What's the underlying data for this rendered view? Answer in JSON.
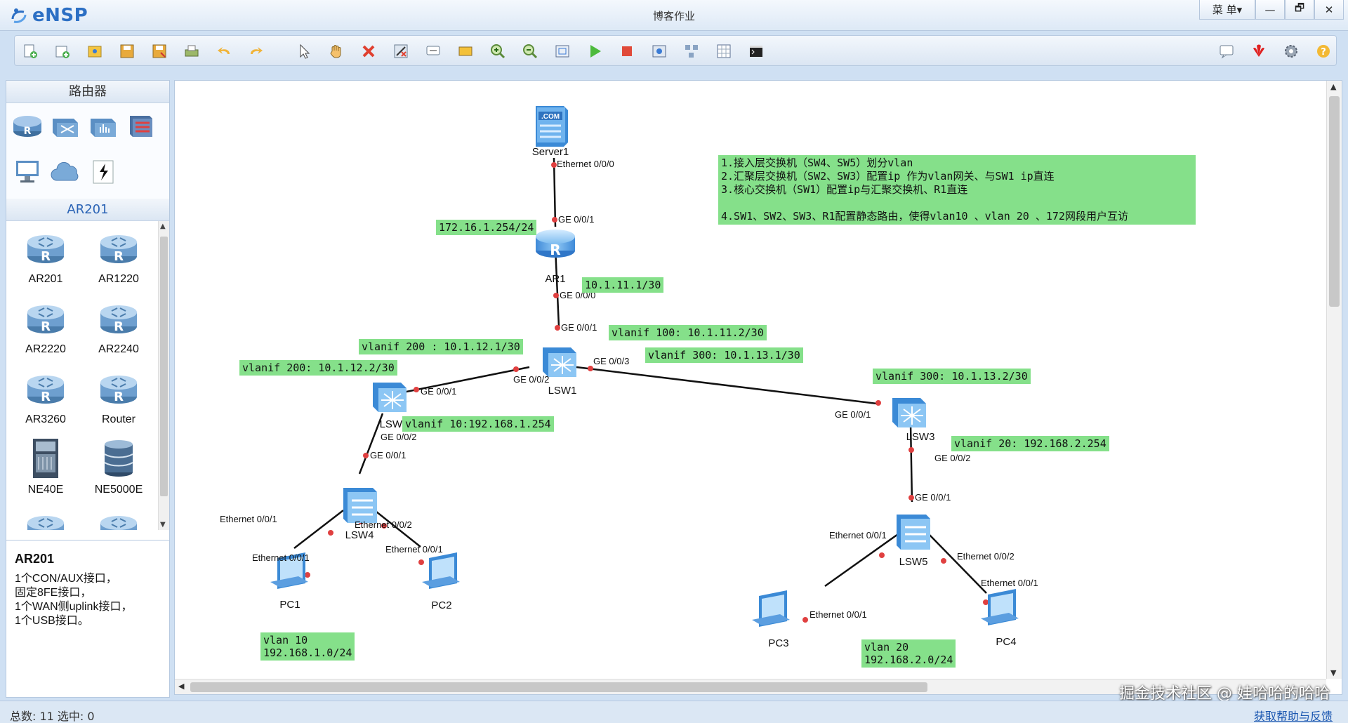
{
  "app": {
    "name": "eNSP",
    "title": "博客作业"
  },
  "window_controls": {
    "menu": "菜 单▾",
    "minimize": "—",
    "restore": "🗗",
    "close": "✕"
  },
  "toolbar": {
    "left": [
      "new-topology-icon",
      "new-lab-icon",
      "open-icon",
      "save-icon",
      "save-as-icon",
      "print-icon",
      "undo-icon",
      "redo-icon",
      "select-icon",
      "pan-icon",
      "delete-icon",
      "delete-link-icon",
      "text-icon",
      "palette-icon",
      "zoom-in-icon",
      "zoom-out-icon",
      "fit-icon",
      "start-icon",
      "stop-icon",
      "capture-icon",
      "topology-icon",
      "grid-icon",
      "cli-icon"
    ],
    "right": [
      "chat-icon",
      "huawei-icon",
      "settings-icon",
      "help-icon"
    ]
  },
  "left_panel": {
    "category_header": "路由器",
    "subcategory_header": "AR201",
    "categories": [
      "router-category-icon",
      "switch-category-icon",
      "wlan-category-icon",
      "firewall-category-icon",
      "pc-category-icon",
      "cloud-category-icon",
      "cable-category-icon"
    ],
    "devices": [
      {
        "label": "AR201",
        "kind": "router"
      },
      {
        "label": "AR1220",
        "kind": "router"
      },
      {
        "label": "AR2220",
        "kind": "router"
      },
      {
        "label": "AR2240",
        "kind": "router"
      },
      {
        "label": "AR3260",
        "kind": "router"
      },
      {
        "label": "Router",
        "kind": "router"
      },
      {
        "label": "NE40E",
        "kind": "chassis"
      },
      {
        "label": "NE5000E",
        "kind": "stack"
      },
      {
        "label": "",
        "kind": "router"
      },
      {
        "label": "",
        "kind": "router"
      }
    ],
    "info": {
      "title": "AR201",
      "lines": [
        "1个CON/AUX接口，",
        "固定8FE接口，",
        "1个WAN侧uplink接口，",
        "1个USB接口。"
      ]
    }
  },
  "topology": {
    "nodes": {
      "server1": "Server1",
      "ar1": "AR1",
      "lsw1": "LSW1",
      "lsw2": "LSW2",
      "lsw3": "LSW3",
      "lsw4": "LSW4",
      "lsw5": "LSW5",
      "pc1": "PC1",
      "pc2": "PC2",
      "pc3": "PC3",
      "pc4": "PC4"
    },
    "ports": {
      "server_eth": "Ethernet 0/0/0",
      "ar1_ge001": "GE 0/0/1",
      "ar1_ge000": "GE 0/0/0",
      "lsw1_ge001": "GE 0/0/1",
      "lsw1_ge002": "GE 0/0/2",
      "lsw1_ge003": "GE 0/0/3",
      "lsw2_ge001": "GE 0/0/1",
      "lsw2_ge002": "GE 0/0/2",
      "lsw3_ge001": "GE 0/0/1",
      "lsw3_ge002": "GE 0/0/2",
      "lsw4_ge001": "GE 0/0/1",
      "lsw4_eth1": "Ethernet 0/0/1",
      "lsw4_eth2": "Ethernet 0/0/2",
      "pc1_eth": "Ethernet 0/0/1",
      "pc2_eth": "Ethernet 0/0/1",
      "lsw5_ge001": "GE 0/0/1",
      "lsw5_eth1": "Ethernet 0/0/1",
      "lsw5_eth2": "Ethernet 0/0/2",
      "pc3_eth": "Ethernet 0/0/1",
      "pc4_eth": "Ethernet 0/0/1"
    },
    "notes": {
      "tasks": "1.接入层交换机（SW4、SW5）划分vlan\n2.汇聚层交换机（SW2、SW3）配置ip 作为vlan网关、与SW1 ip直连\n3.核心交换机（SW1）配置ip与汇聚交换机、R1直连\n\n4.SW1、SW2、SW3、R1配置静态路由，使得vlan10 、vlan 20 、172网段用户互访",
      "ar1_server": "172.16.1.254/24",
      "ar1_ge000": "10.1.11.1/30",
      "lsw1_v100": "vlanif 100: 10.1.11.2/30",
      "lsw1_v200": "vlanif 200 : 10.1.12.1/30",
      "lsw1_v300": "vlanif 300: 10.1.13.1/30",
      "lsw2_v200": "vlanif 200: 10.1.12.2/30",
      "lsw2_v10": "vlanif 10:192.168.1.254",
      "lsw3_v300": "vlanif 300: 10.1.13.2/30",
      "lsw3_v20": "vlanif 20: 192.168.2.254",
      "vlan10": "vlan 10\n192.168.1.0/24",
      "vlan20": "vlan 20\n192.168.2.0/24"
    }
  },
  "status": {
    "left": "总数: 11 选中: 0",
    "help": "获取帮助与反馈"
  },
  "watermark": "掘金技术社区 @ 娃哈哈的哈哈"
}
